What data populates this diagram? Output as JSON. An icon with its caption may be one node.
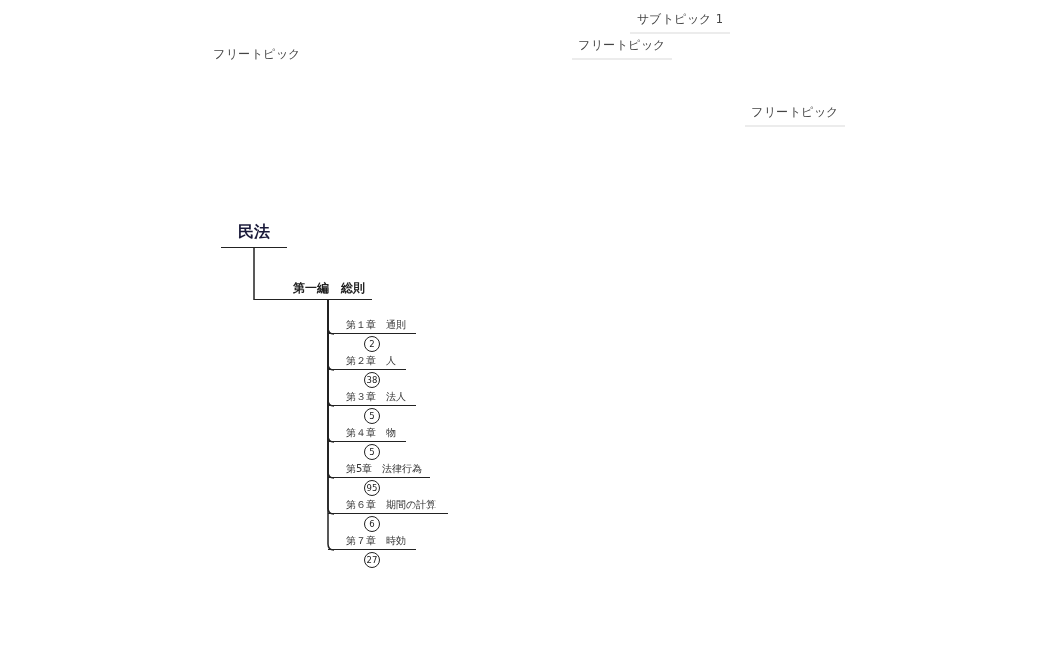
{
  "diagram": {
    "nodes": [
      {
        "text": [
          "サブトピック 1"
        ]
      },
      {
        "text": [
          "フリートピック"
        ]
      },
      {
        "text": [
          "フリートピック"
        ]
      },
      {
        "text": [
          "フリートピック"
        ]
      },
      {
        "text": [
          "民法"
        ]
      },
      {
        "text": [
          "第一編　総則"
        ]
      },
      {
        "text": [
          "第１章　通則"
        ],
        "beside": [
          "2"
        ]
      },
      {
        "text": [
          "第２章　人"
        ],
        "beside": [
          "38"
        ]
      },
      {
        "text": [
          "第３章　法人"
        ],
        "beside": [
          "5"
        ]
      },
      {
        "text": [
          "第４章　物"
        ],
        "beside": [
          "5"
        ]
      },
      {
        "text": [
          "第5章　法律行為"
        ],
        "beside": [
          "95"
        ]
      },
      {
        "text": [
          "第６章　期間の計算"
        ],
        "beside": [
          "6"
        ]
      },
      {
        "text": [
          "第７章　時効"
        ],
        "beside": [
          "27"
        ]
      }
    ],
    "edges": [
      {
        "from": 4,
        "to": 5,
        "arrow": "none"
      },
      {
        "from": 5,
        "to": 6,
        "arrow": "none"
      },
      {
        "from": 5,
        "to": 7,
        "arrow": "none"
      },
      {
        "from": 5,
        "to": 8,
        "arrow": "none"
      },
      {
        "from": 5,
        "to": 9,
        "arrow": "none"
      },
      {
        "from": 5,
        "to": 10,
        "arrow": "none"
      },
      {
        "from": 5,
        "to": 11,
        "arrow": "none"
      },
      {
        "from": 5,
        "to": 12,
        "arrow": "none"
      }
    ]
  }
}
